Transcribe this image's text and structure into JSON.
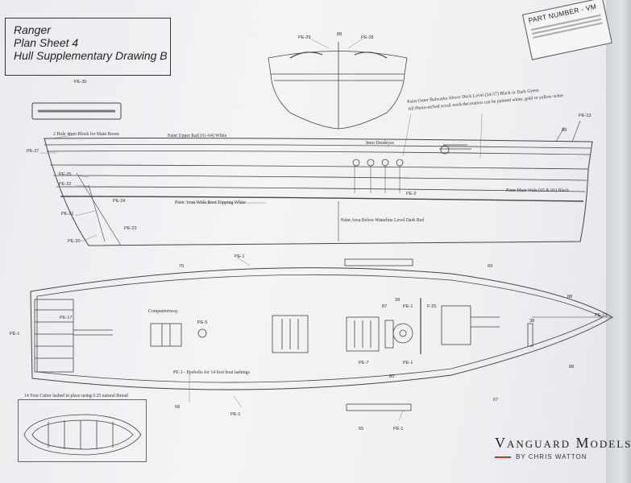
{
  "title_block": {
    "line1": "Ranger",
    "line2": "Plan Sheet 4",
    "line3": "Hull Supplementary Drawing B"
  },
  "part_number": "PART NUMBER - VM",
  "brand": {
    "name": "Vanguard Models",
    "byline": "BY CHRIS WATTON"
  },
  "colors": {
    "paper": "#eef0f2",
    "ink": "#333333",
    "accent_red": "#b33333"
  },
  "labels": {
    "pe29": "PE-29",
    "pe28": "PE-28",
    "n88_stern": "88",
    "pe30": "PE-30",
    "block_note": "2 Hole 4mm Block for Main Boom",
    "pe27": "PE-27",
    "upper_rail_note": "Paint Upper Rail (61-64) White",
    "bulwark_note1": "Paint Outer Bulwarks Above Deck Level (54-57) Black or Dark Green",
    "bulwark_note2": "All Photo-etched scroll work/decoration can be painted white, gold or yellow ochre",
    "pe13_top": "PE-13",
    "n88_bow": "88",
    "deadeyes_note": "3mm Deadeyes",
    "pe25": "PE-25",
    "pe22": "PE-22",
    "pe24": "PE-24",
    "pe21": "PE-21",
    "pe23": "PE-23",
    "pe20": "PE-20",
    "pe2": "PE-2",
    "boot_note": "Paint 3mm Wide Boot Topping White",
    "wale_note": "Paint Main Wale (65 & 66) Black",
    "waterline_note": "Paint Area Below Waterline Level Dark Red",
    "pe1_top": "PE-1",
    "n70": "70",
    "n69": "69",
    "n88_right": "88",
    "n39": "39",
    "n87": "87",
    "pe1_mid": "PE-1",
    "f25": "F-25",
    "companionway": "Companionway",
    "pe5": "PE-5",
    "pe17": "PE-17",
    "pe1_left": "PE-1",
    "pe13_deck": "PE-13",
    "n38": "38",
    "pe7": "PE-7",
    "pe1_right": "PE-1",
    "n80": "80",
    "n88_lower": "88",
    "eyebolt_note": "PE-1 - Eyebolts for 14 foot boat lashings",
    "cutter_note": "14 Foot Cutter lashed in place using 0.25 natural thread",
    "n68": "68",
    "pe1_bottom": "PE-1",
    "n67": "67",
    "n55": "55",
    "pe1_bottom2": "PE-1"
  }
}
